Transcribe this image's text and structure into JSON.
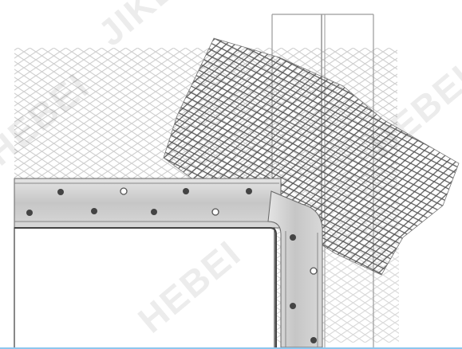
{
  "watermark": {
    "text_hebei": "HEBEI",
    "text_jike": "JIKE"
  },
  "colors": {
    "background": "#ffffff",
    "mesh_light": "#cfcfcf",
    "mesh_dark": "#555555",
    "frame_fill": "#cdcdcd",
    "frame_edge": "#666666",
    "stud_line": "#9a9a9a",
    "bottom_border": "#8ec7ee"
  },
  "components": [
    "expanded-metal-lath",
    "metal-angle-frame",
    "fasteners",
    "vertical-studs"
  ]
}
